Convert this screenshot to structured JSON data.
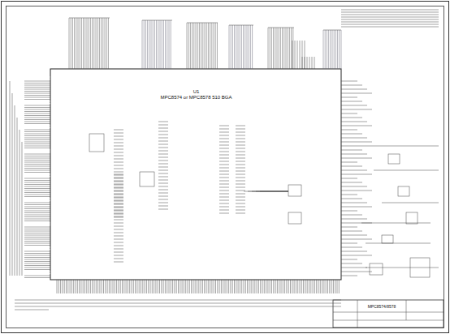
{
  "diagram": {
    "nodes": [
      {
        "text": [
          "U1",
          "MPC8574 or MPC8578 510 BGA"
        ]
      },
      {
        "text": [
          "MPC8574/8578"
        ]
      }
    ]
  }
}
